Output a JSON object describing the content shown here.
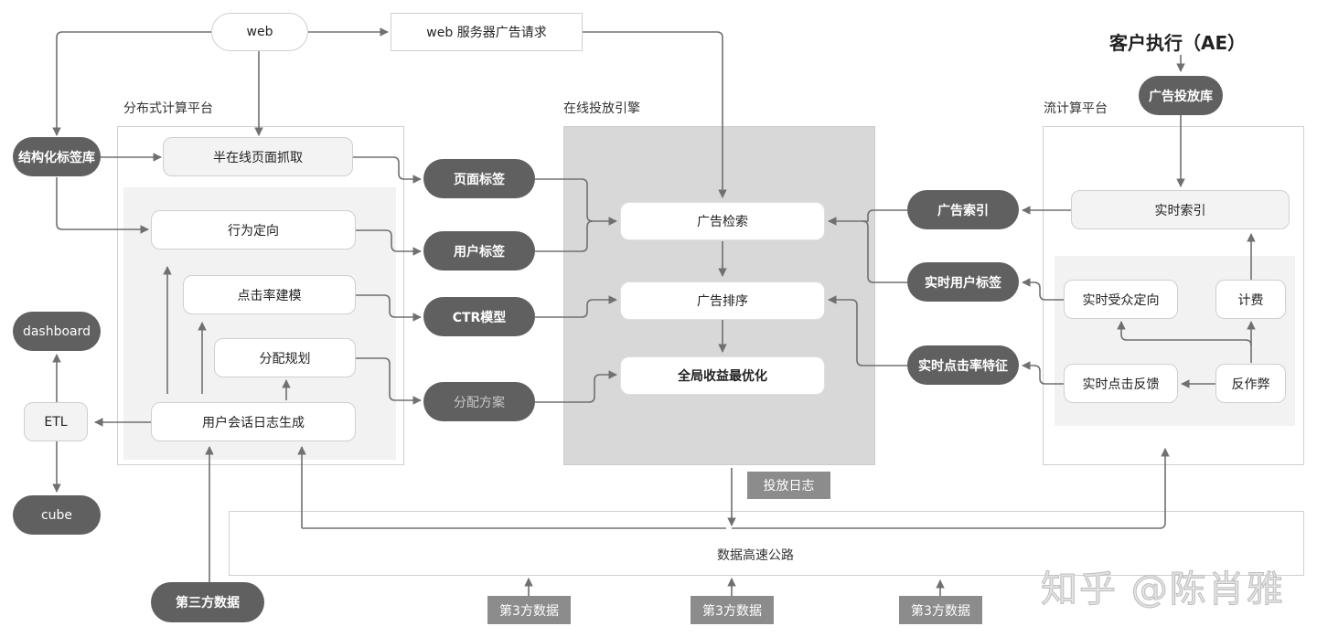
{
  "top": {
    "web": "web",
    "web_request": "web 服务器广告请求",
    "ae_title": "客户执行（AE）",
    "ad_delivery_db": "广告投放库"
  },
  "left": {
    "structured_tag_db": "结构化标签库",
    "dashboard": "dashboard",
    "etl": "ETL",
    "cube": "cube",
    "third_party_data": "第三方数据"
  },
  "distributed_platform": {
    "title": "分布式计算平台",
    "semi_online_crawl": "半在线页面抓取",
    "behavior_targeting": "行为定向",
    "ctr_modeling": "点击率建模",
    "allocation_planning": "分配规划",
    "session_log_generation": "用户会话日志生成"
  },
  "middle_outputs": {
    "page_tags": "页面标签",
    "user_tags": "用户标签",
    "ctr_model": "CTR模型",
    "allocation_plan": "分配方案"
  },
  "online_engine": {
    "title": "在线投放引擎",
    "ad_retrieval": "广告检索",
    "ad_ranking": "广告排序",
    "global_revenue_opt": "全局收益最优化",
    "delivery_log": "投放日志"
  },
  "stream_outputs": {
    "ad_index": "广告索引",
    "realtime_user_tags": "实时用户标签",
    "realtime_ctr_features": "实时点击率特征"
  },
  "stream_platform": {
    "title": "流计算平台",
    "realtime_index": "实时索引",
    "realtime_audience_targeting": "实时受众定向",
    "billing": "计费",
    "realtime_click_feedback": "实时点击反馈",
    "anti_fraud": "反作弊"
  },
  "bottom": {
    "data_highway": "数据高速公路",
    "third_party_1": "第3方数据",
    "third_party_2": "第3方数据",
    "third_party_3": "第3方数据"
  },
  "watermark": "知乎 @陈肖雅"
}
